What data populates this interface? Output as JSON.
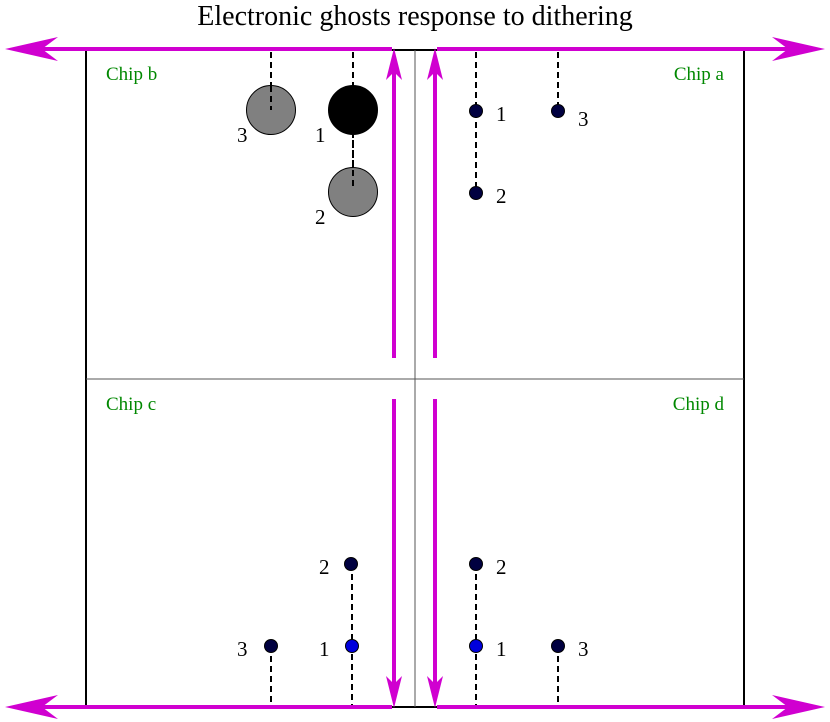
{
  "title": "Electronic ghosts response to dithering",
  "colors": {
    "arrow": "#d000d0",
    "chip_label": "#008800",
    "dark_dot": "#000040",
    "blue_dot": "#0000dd",
    "ghost_gray": "#808080",
    "ghost_black": "#000000",
    "frame": "#000000"
  },
  "chips": {
    "a": {
      "label": "Chip a",
      "markers": [
        "1",
        "2",
        "3"
      ]
    },
    "b": {
      "label": "Chip b",
      "markers": [
        "1",
        "2",
        "3"
      ]
    },
    "c": {
      "label": "Chip c",
      "markers": [
        "1",
        "2",
        "3"
      ]
    },
    "d": {
      "label": "Chip d",
      "markers": [
        "1",
        "2",
        "3"
      ]
    }
  }
}
